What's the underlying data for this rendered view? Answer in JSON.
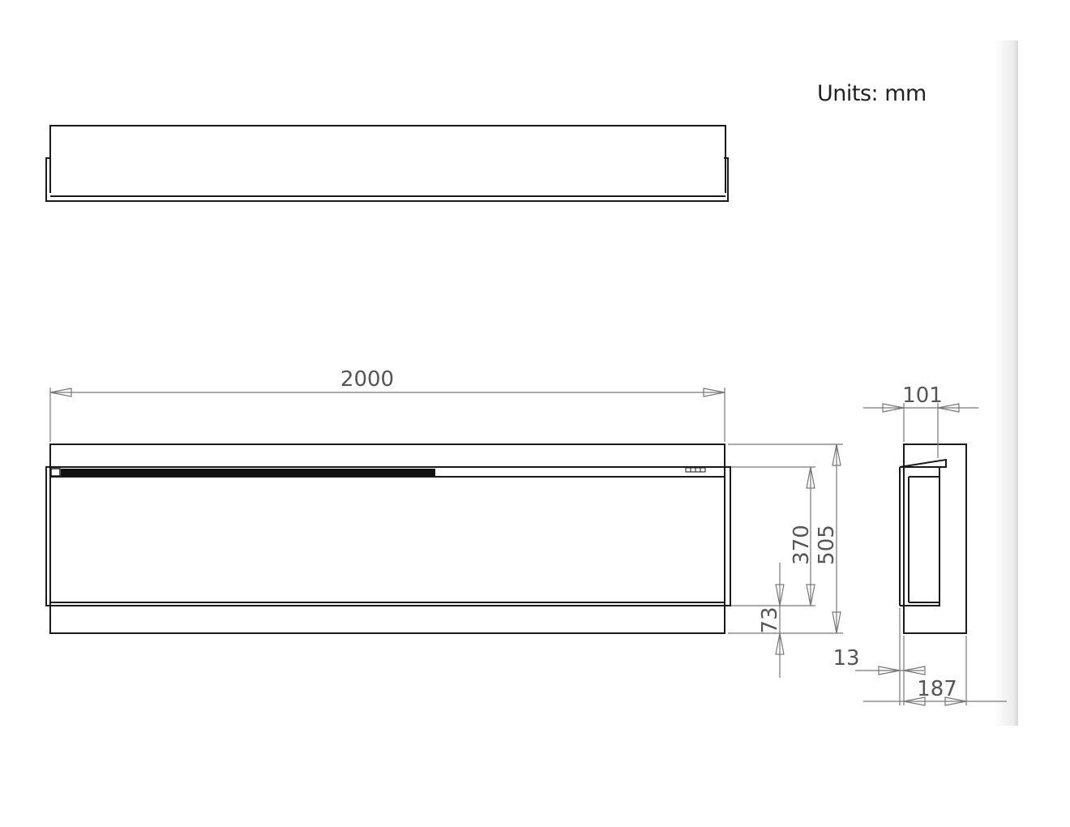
{
  "units_label": "Units: mm",
  "dimensions": {
    "overall_width": "2000",
    "opening_height": "370",
    "overall_height": "505",
    "bottom_offset": "73",
    "depth_top": "101",
    "glass_offset": "13",
    "overall_depth": "187"
  },
  "colors": {
    "line": "#1a1a1a",
    "dimension_line": "#777777",
    "text": "#555555"
  }
}
